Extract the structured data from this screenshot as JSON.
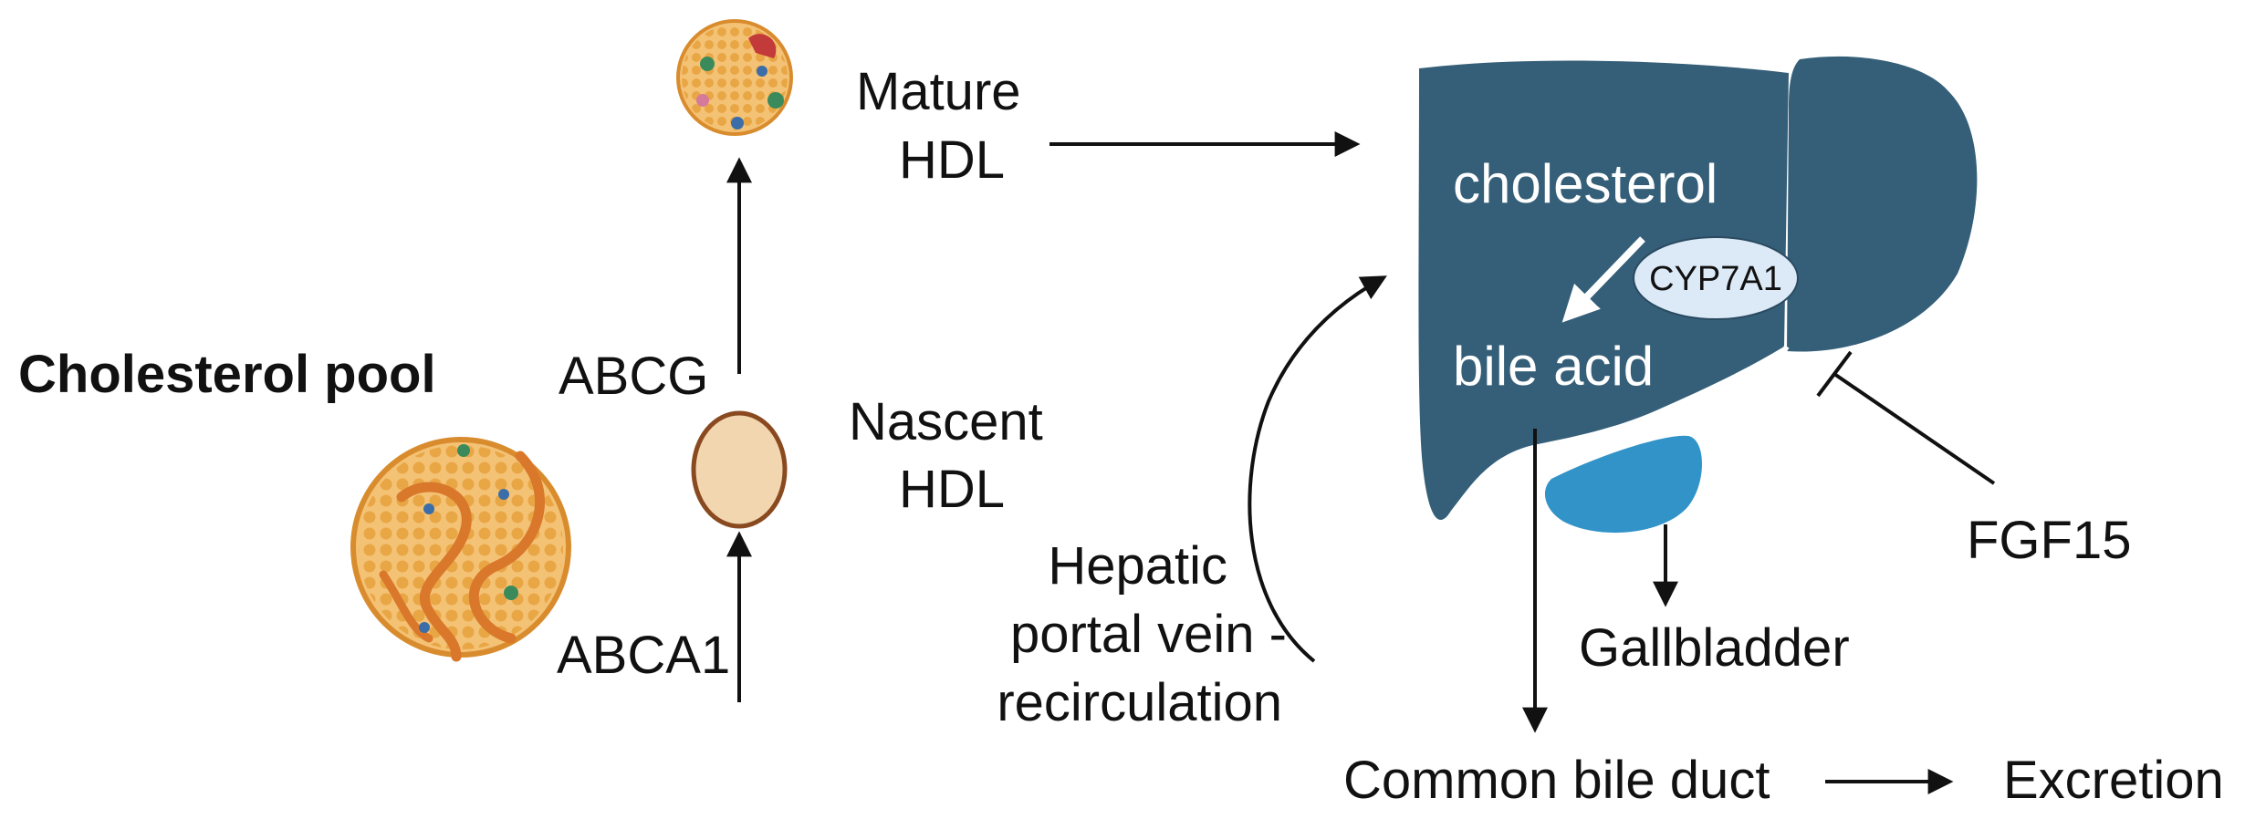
{
  "labels": {
    "cholesterol_pool": "Cholesterol pool",
    "abcg": "ABCG",
    "abca1": "ABCA1",
    "mature_hdl_1": "Mature",
    "mature_hdl_2": "HDL",
    "nascent_hdl_1": "Nascent",
    "nascent_hdl_2": "HDL",
    "hepatic_1": "Hepatic",
    "hepatic_2": "portal vein -",
    "hepatic_3": "recirculation",
    "cholesterol": "cholesterol",
    "enzyme": "CYP7A1",
    "bile_acid": "bile acid",
    "fgf15": "FGF15",
    "gallbladder": "Gallbladder",
    "common_bile_duct": "Common bile duct",
    "excretion": "Excretion"
  },
  "colors": {
    "liver": "#355f78",
    "gallbladder": "#3193c8",
    "enzyme_fill": "#dce9f7",
    "nascent_fill": "#f2d6b0",
    "nascent_stroke": "#8a4a20",
    "lipid_fill": "#f0b458",
    "lipid_dot": "#e29a3a",
    "arrow": "#111111"
  }
}
